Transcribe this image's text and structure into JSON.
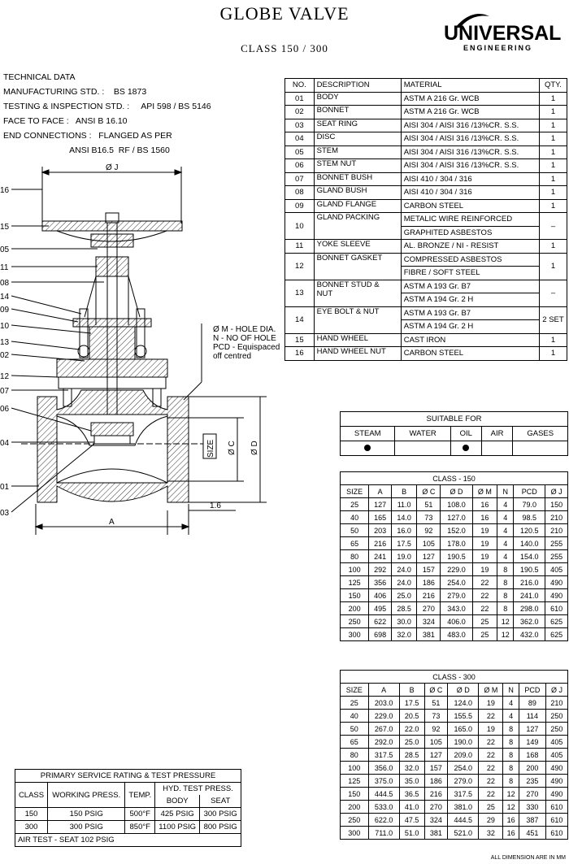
{
  "header": {
    "title": "GLOBE VALVE",
    "subtitle": "CLASS  150  /  300"
  },
  "logo": {
    "main": "UNIVERSAL",
    "sub": "ENGINEERING"
  },
  "technical": {
    "heading": "TECHNICAL DATA",
    "lines": [
      "MANUFACTURING STD. :    BS 1873",
      "TESTING & INSPECTION STD. :     API 598 / BS 5146",
      "FACE TO FACE :   ANSI B 16.10",
      "END CONNECTIONS :   FLANGED AS PER",
      "                            ANSI B16.5  RF / BS 1560"
    ]
  },
  "drawing": {
    "oj_label": "Ø J",
    "hole_note": [
      "Ø M - HOLE DIA.",
      "N - NO OF HOLE",
      "PCD - Equispaced",
      "off centred"
    ],
    "size_label": "SIZE",
    "oc_label": "Ø C",
    "od_label": "Ø D",
    "a_label": "A",
    "b_label": "1.6",
    "part_numbers": [
      "16",
      "15",
      "05",
      "11",
      "08",
      "14",
      "09",
      "10",
      "13",
      "02",
      "12",
      "07",
      "06",
      "04",
      "01",
      "03"
    ]
  },
  "materials": {
    "headers": [
      "NO.",
      "DESCRIPTION",
      "MATERIAL",
      "QTY."
    ],
    "rows": [
      {
        "no": "01",
        "desc": "BODY",
        "mat": [
          "ASTM A 216  Gr. WCB"
        ],
        "qty": "1"
      },
      {
        "no": "02",
        "desc": "BONNET",
        "mat": [
          "ASTM A 216  Gr. WCB"
        ],
        "qty": "1"
      },
      {
        "no": "03",
        "desc": "SEAT RING",
        "mat": [
          "AISI 304 / AISI 316 /13%CR. S.S."
        ],
        "qty": "1"
      },
      {
        "no": "04",
        "desc": "DISC",
        "mat": [
          "AISI 304 / AISI 316 /13%CR. S.S."
        ],
        "qty": "1"
      },
      {
        "no": "05",
        "desc": "STEM",
        "mat": [
          "AISI 304 / AISI 316 /13%CR. S.S."
        ],
        "qty": "1"
      },
      {
        "no": "06",
        "desc": "STEM NUT",
        "mat": [
          "AISI 304 / AISI 316 /13%CR. S.S."
        ],
        "qty": "1"
      },
      {
        "no": "07",
        "desc": "BONNET BUSH",
        "mat": [
          "AISI 410 / 304 / 316"
        ],
        "qty": "1"
      },
      {
        "no": "08",
        "desc": "GLAND BUSH",
        "mat": [
          "AISI 410 / 304 / 316"
        ],
        "qty": "1"
      },
      {
        "no": "09",
        "desc": "GLAND FLANGE",
        "mat": [
          "CARBON STEEL"
        ],
        "qty": "1"
      },
      {
        "no": "10",
        "desc": "GLAND PACKING",
        "mat": [
          "METALIC WIRE REINFORCED",
          "GRAPHITED ASBESTOS"
        ],
        "qty": "–"
      },
      {
        "no": "11",
        "desc": "YOKE SLEEVE",
        "mat": [
          "AL. BRONZE / NI - RESIST"
        ],
        "qty": "1"
      },
      {
        "no": "12",
        "desc": "BONNET GASKET",
        "mat": [
          "COMPRESSED ASBESTOS",
          "FIBRE / SOFT STEEL"
        ],
        "qty": "1"
      },
      {
        "no": "13",
        "desc": "BONNET STUD &\nNUT",
        "mat": [
          "ASTM A 193  Gr. B7",
          "ASTM A 194  Gr. 2 H"
        ],
        "qty": "–"
      },
      {
        "no": "14",
        "desc": "EYE BOLT  &  NUT",
        "mat": [
          "ASTM A 193  Gr. B7",
          "ASTM A 194  Gr. 2 H"
        ],
        "qty": "2 SET"
      },
      {
        "no": "15",
        "desc": "HAND WHEEL",
        "mat": [
          "CAST IRON"
        ],
        "qty": "1"
      },
      {
        "no": "16",
        "desc": "HAND WHEEL NUT",
        "mat": [
          "CARBON STEEL"
        ],
        "qty": "1"
      }
    ]
  },
  "suitable": {
    "title": "SUITABLE FOR",
    "headers": [
      "STEAM",
      "WATER",
      "OIL",
      "AIR",
      "GASES"
    ],
    "marks": [
      true,
      false,
      true,
      false,
      false
    ]
  },
  "class150": {
    "title": "CLASS - 150",
    "headers": [
      "SIZE",
      "A",
      "B",
      "Ø C",
      "Ø D",
      "Ø M",
      "N",
      "PCD",
      "Ø J"
    ],
    "rows": [
      [
        "25",
        "127",
        "11.0",
        "51",
        "108.0",
        "16",
        "4",
        "79.0",
        "150"
      ],
      [
        "40",
        "165",
        "14.0",
        "73",
        "127.0",
        "16",
        "4",
        "98.5",
        "210"
      ],
      [
        "50",
        "203",
        "16.0",
        "92",
        "152.0",
        "19",
        "4",
        "120.5",
        "210"
      ],
      [
        "65",
        "216",
        "17.5",
        "105",
        "178.0",
        "19",
        "4",
        "140.0",
        "255"
      ],
      [
        "80",
        "241",
        "19.0",
        "127",
        "190.5",
        "19",
        "4",
        "154.0",
        "255"
      ],
      [
        "100",
        "292",
        "24.0",
        "157",
        "229.0",
        "19",
        "8",
        "190.5",
        "405"
      ],
      [
        "125",
        "356",
        "24.0",
        "186",
        "254.0",
        "22",
        "8",
        "216.0",
        "490"
      ],
      [
        "150",
        "406",
        "25.0",
        "216",
        "279.0",
        "22",
        "8",
        "241.0",
        "490"
      ],
      [
        "200",
        "495",
        "28.5",
        "270",
        "343.0",
        "22",
        "8",
        "298.0",
        "610"
      ],
      [
        "250",
        "622",
        "30.0",
        "324",
        "406.0",
        "25",
        "12",
        "362.0",
        "625"
      ],
      [
        "300",
        "698",
        "32.0",
        "381",
        "483.0",
        "25",
        "12",
        "432.0",
        "625"
      ]
    ]
  },
  "class300": {
    "title": "CLASS - 300",
    "headers": [
      "SIZE",
      "A",
      "B",
      "Ø C",
      "Ø D",
      "Ø M",
      "N",
      "PCD",
      "Ø J"
    ],
    "rows": [
      [
        "25",
        "203.0",
        "17.5",
        "51",
        "124.0",
        "19",
        "4",
        "89",
        "210"
      ],
      [
        "40",
        "229.0",
        "20.5",
        "73",
        "155.5",
        "22",
        "4",
        "114",
        "250"
      ],
      [
        "50",
        "267.0",
        "22.0",
        "92",
        "165.0",
        "19",
        "8",
        "127",
        "250"
      ],
      [
        "65",
        "292.0",
        "25.0",
        "105",
        "190.0",
        "22",
        "8",
        "149",
        "405"
      ],
      [
        "80",
        "317.5",
        "28.5",
        "127",
        "209.0",
        "22",
        "8",
        "168",
        "405"
      ],
      [
        "100",
        "356.0",
        "32.0",
        "157",
        "254.0",
        "22",
        "8",
        "200",
        "490"
      ],
      [
        "125",
        "375.0",
        "35.0",
        "186",
        "279.0",
        "22",
        "8",
        "235",
        "490"
      ],
      [
        "150",
        "444.5",
        "36.5",
        "216",
        "317.5",
        "22",
        "12",
        "270",
        "490"
      ],
      [
        "200",
        "533.0",
        "41.0",
        "270",
        "381.0",
        "25",
        "12",
        "330",
        "610"
      ],
      [
        "250",
        "622.0",
        "47.5",
        "324",
        "444.5",
        "29",
        "16",
        "387",
        "610"
      ],
      [
        "300",
        "711.0",
        "51.0",
        "381",
        "521.0",
        "32",
        "16",
        "451",
        "610"
      ]
    ]
  },
  "rating": {
    "title": "PRIMARY SERVICE RATING & TEST PRESSURE",
    "h_class": "CLASS",
    "h_work": "WORKING PRESS.",
    "h_temp": "TEMP.",
    "h_hyd": "HYD. TEST PRESS.",
    "h_body": "BODY",
    "h_seat": "SEAT",
    "rows": [
      [
        "150",
        "150 PSIG",
        "500°F",
        "425 PSIG",
        "300 PSIG"
      ],
      [
        "300",
        "300 PSIG",
        "850°F",
        "1100 PSIG",
        "800 PSIG"
      ]
    ],
    "air_test": "AIR TEST - SEAT    102 PSIG"
  },
  "footnote": "ALL DIMENSION  ARE  IN  MM"
}
